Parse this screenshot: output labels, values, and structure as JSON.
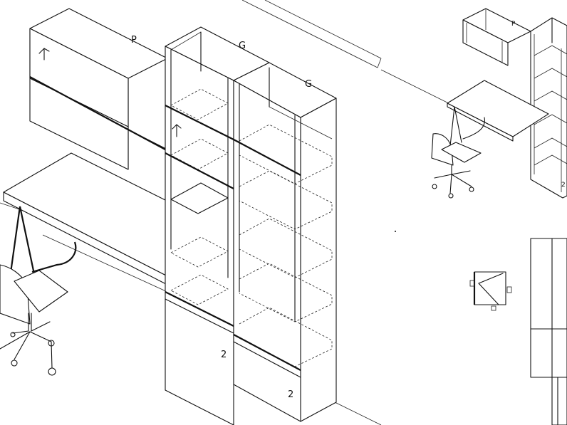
{
  "labels": {
    "wall_cabinet": "P",
    "bookcase_left": "G",
    "bookcase_right": "G",
    "drawer_left": "2",
    "drawer_right": "2",
    "small_unit_top": "P",
    "small_unit_drawer": "2"
  }
}
